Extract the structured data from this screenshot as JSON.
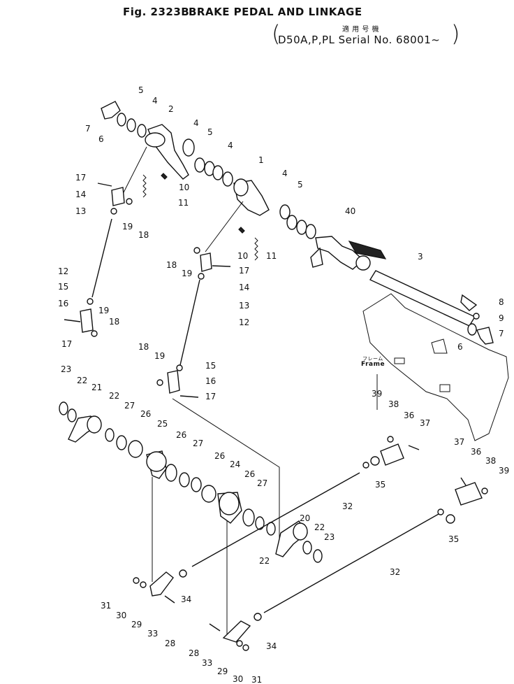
{
  "header": {
    "fig_label": "Fig. 2323B",
    "title": "BRAKE PEDAL AND LINKAGE",
    "applicability_jp": "適 用 号 機",
    "serial": "D50A,P,PL Serial No. 68001~"
  },
  "frame_label": {
    "jp": "フレーム",
    "en": "Frame"
  },
  "part_numbers": [
    "1",
    "2",
    "3",
    "4",
    "5",
    "6",
    "7",
    "8",
    "9",
    "10",
    "11",
    "12",
    "13",
    "14",
    "15",
    "16",
    "17",
    "18",
    "19",
    "20",
    "21",
    "22",
    "23",
    "24",
    "25",
    "26",
    "27",
    "28",
    "29",
    "30",
    "31",
    "32",
    "33",
    "34",
    "35",
    "36",
    "37",
    "38",
    "39",
    "40"
  ]
}
